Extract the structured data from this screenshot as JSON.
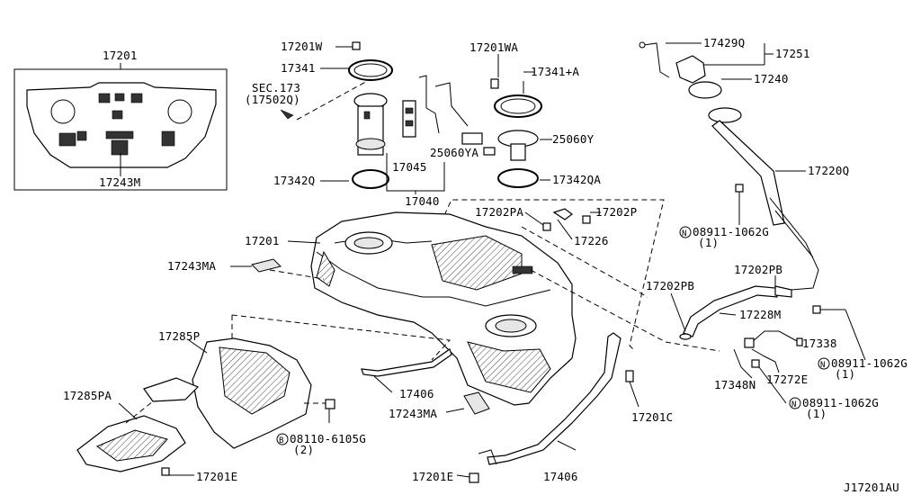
{
  "diagram": {
    "drawing_id": "J17201AU",
    "labels": {
      "p17201_box": "17201",
      "p17243M": "17243M",
      "p17201W": "17201W",
      "p17341": "17341",
      "sec173_a": "SEC.173",
      "sec173_b": "(17502Q)",
      "p17342Q": "17342Q",
      "p17045": "17045",
      "p25060YA": "25060YA",
      "p17040": "17040",
      "p17201WA": "17201WA",
      "p17341A": "17341+A",
      "p25060Y": "25060Y",
      "p17342QA": "17342QA",
      "p17429Q": "17429Q",
      "p17251": "17251",
      "p17240": "17240",
      "p17220Q": "17220Q",
      "p08911_1a": "08911-1062G",
      "p08911_1b": "(1)",
      "p17202PA": "17202PA",
      "p17202P": "17202P",
      "p17226": "17226",
      "p17201": "17201",
      "p17243MA_1": "17243MA",
      "p17202PB_1": "17202PB",
      "p17202PB_2": "17202PB",
      "p17228M": "17228M",
      "p17338": "17338",
      "p08911_2a": "08911-1062G",
      "p08911_2b": "(1)",
      "p17272E": "17272E",
      "p17348N": "17348N",
      "p08911_3a": "08911-1062G",
      "p08911_3b": "(1)",
      "p17285P": "17285P",
      "p17285PA": "17285PA",
      "p17406_1": "17406",
      "p17243MA_2": "17243MA",
      "p17201C": "17201C",
      "p08110a": "08110-6105G",
      "p08110b": "(2)",
      "p17201E_1": "17201E",
      "p17201E_2": "17201E",
      "p17406_2": "17406",
      "n_symbol": "N",
      "b_symbol": "B"
    }
  }
}
